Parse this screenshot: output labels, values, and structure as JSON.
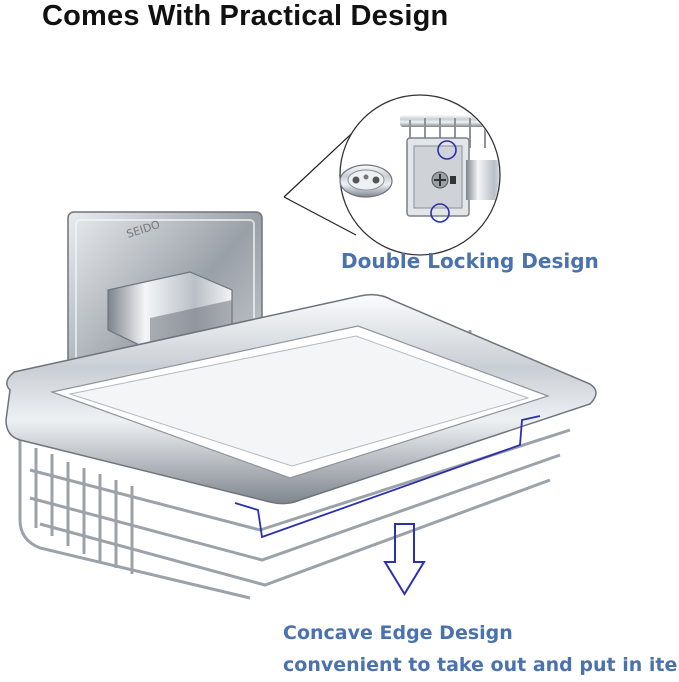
{
  "heading": "Comes With Practical Design",
  "brand_mark": "SEIDO",
  "callouts": {
    "lock": {
      "title": "Double Locking Design"
    },
    "edge": {
      "title": "Concave Edge Design",
      "subtitle": "convenient to take out and put in items"
    }
  },
  "colors": {
    "heading": "#111111",
    "caption": "#4a72ad",
    "highlight_line": "#2b2fb0",
    "chrome_dark": "#6f747c",
    "chrome_light": "#f3f5f7"
  },
  "icons": {
    "arrow": "down-arrow-outline-icon",
    "lock_marks": "circle-highlight-icon"
  }
}
